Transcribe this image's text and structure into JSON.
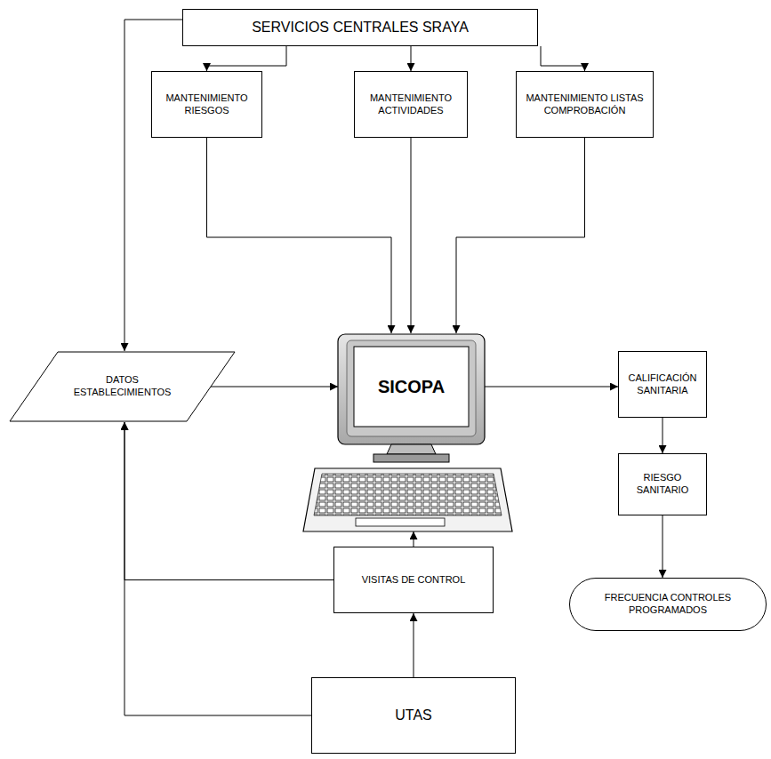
{
  "diagram": {
    "nodes": [
      {
        "text": [
          "SERVICIOS CENTRALES SRAYA"
        ]
      },
      {
        "text": [
          "MANTENIMIENTO RIESGOS"
        ]
      },
      {
        "text": [
          "MANTENIMIENTO ACTIVIDADES"
        ]
      },
      {
        "text": [
          "MANTENIMIENTO LISTAS COMPROBACIÓN"
        ]
      },
      {
        "text": [
          "DATOS ESTABLECIMIENTOS"
        ]
      },
      {
        "text": [
          "SICOPA"
        ]
      },
      {
        "text": [
          "CALIFICACIÓN SANITARIA"
        ]
      },
      {
        "text": [
          "RIESGO SANITARIO"
        ]
      },
      {
        "text": [
          "FRECUENCIA CONTROLES PROGRAMADOS"
        ]
      },
      {
        "text": [
          "VISITAS DE CONTROL"
        ]
      },
      {
        "text": [
          "UTAS"
        ]
      }
    ],
    "edges": [
      {
        "from": 0,
        "to": 1,
        "arrow": "to"
      },
      {
        "from": 0,
        "to": 2,
        "arrow": "to"
      },
      {
        "from": 0,
        "to": 3,
        "arrow": "to"
      },
      {
        "from": 0,
        "to": 4,
        "arrow": "to"
      },
      {
        "from": 1,
        "to": 5,
        "arrow": "to"
      },
      {
        "from": 2,
        "to": 5,
        "arrow": "to"
      },
      {
        "from": 3,
        "to": 5,
        "arrow": "to"
      },
      {
        "from": 4,
        "to": 5,
        "arrow": "to"
      },
      {
        "from": 5,
        "to": 6,
        "arrow": "to"
      },
      {
        "from": 6,
        "to": 7,
        "arrow": "to"
      },
      {
        "from": 7,
        "to": 8,
        "arrow": "to"
      },
      {
        "from": 9,
        "to": 5,
        "arrow": "to"
      },
      {
        "from": 9,
        "to": 4,
        "arrow": "to"
      },
      {
        "from": 10,
        "to": 4,
        "arrow": "to"
      },
      {
        "from": 10,
        "to": 9,
        "arrow": "to"
      }
    ]
  }
}
